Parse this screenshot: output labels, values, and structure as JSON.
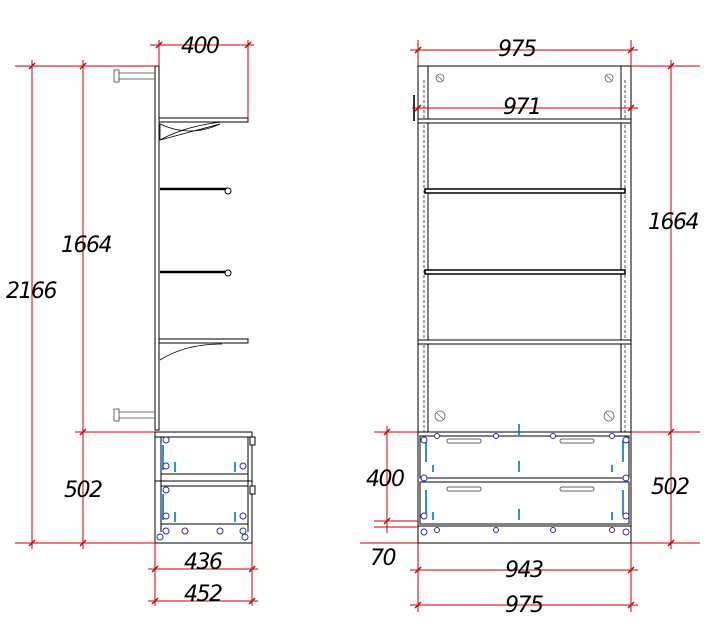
{
  "drawing": {
    "colors": {
      "dimension": "#cc0000",
      "outline": "#000000",
      "hardware": "#2a2aa8",
      "fitting": "#0077cc",
      "fill": "#ffffff"
    },
    "side_view": {
      "dimensions": {
        "top_depth": "400",
        "total_height": "2166",
        "upper_height": "1664",
        "lower_height": "502",
        "inner_depth": "436",
        "outer_depth": "452"
      }
    },
    "front_view": {
      "dimensions": {
        "top_width": "975",
        "inner_width": "971",
        "upper_height": "1664",
        "drawer_height": "400",
        "lower_height": "502",
        "plinth_height": "70",
        "drawer_width": "943",
        "bottom_width": "975"
      }
    }
  }
}
